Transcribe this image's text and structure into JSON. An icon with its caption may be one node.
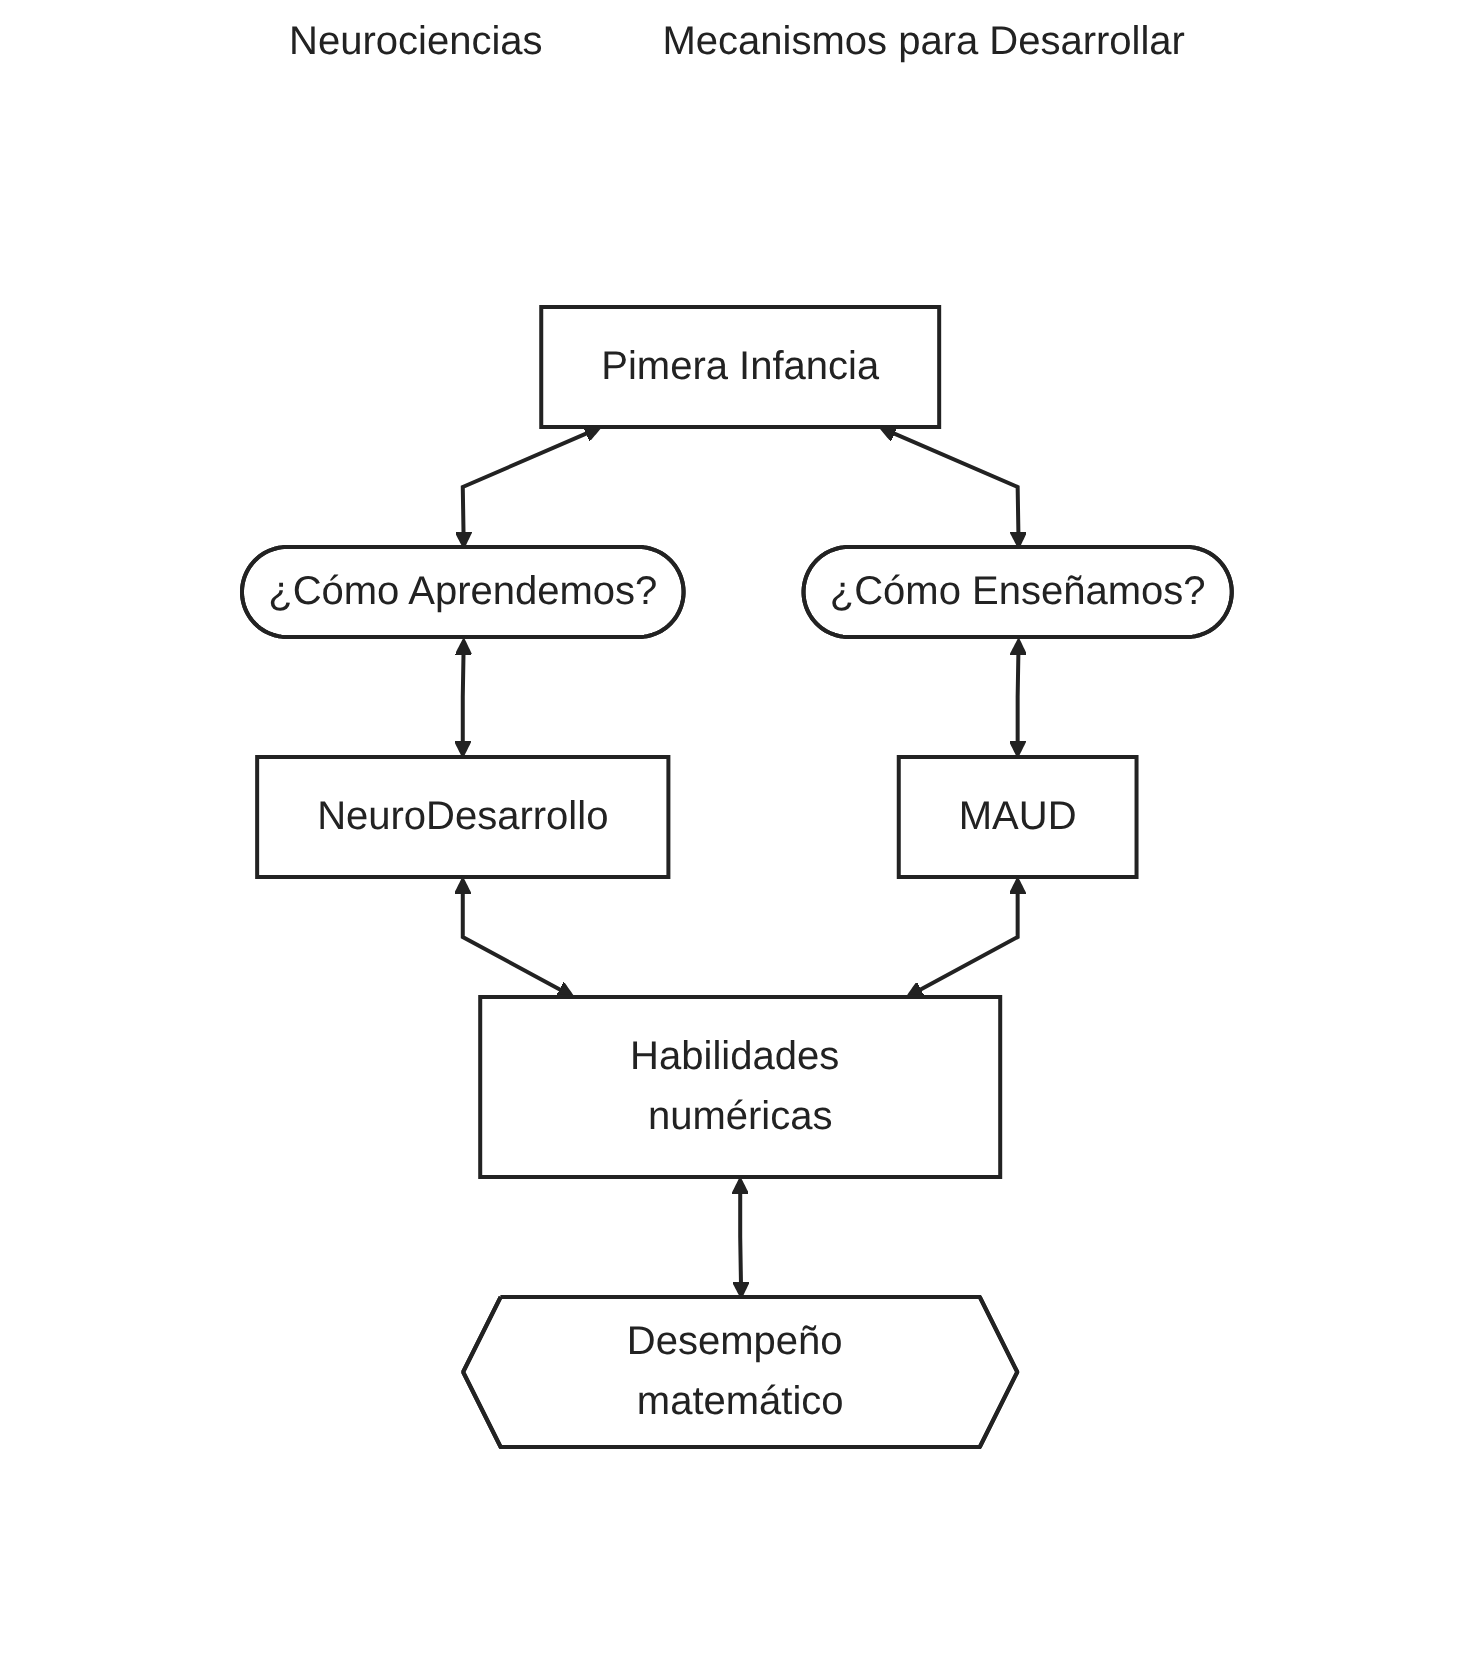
{
  "diagram": {
    "nodes": [
      {
        "text": [
          "Pimera Infancia"
        ]
      },
      {
        "text": [
          "¿Cómo Aprendemos?"
        ]
      },
      {
        "text": [
          "¿Cómo Enseñamos?"
        ]
      },
      {
        "text": [
          "NeuroDesarrollo"
        ]
      },
      {
        "text": [
          "MAUD"
        ]
      },
      {
        "text": [
          "Habilidades numéricas"
        ]
      },
      {
        "text": [
          "Desempeño matemático"
        ]
      }
    ],
    "edges": [
      {
        "from": 0,
        "to": 1,
        "arrow": "both"
      },
      {
        "from": 0,
        "to": 2,
        "arrow": "both"
      },
      {
        "from": 1,
        "to": 3,
        "arrow": "both"
      },
      {
        "from": 2,
        "to": 4,
        "arrow": "both"
      },
      {
        "from": 3,
        "to": 5,
        "arrow": "both"
      },
      {
        "from": 4,
        "to": 5,
        "arrow": "both"
      },
      {
        "from": 5,
        "to": 6,
        "arrow": "both"
      }
    ],
    "labels": [
      "Neurociencias",
      "Mecanismos para Desarrollar"
    ]
  }
}
